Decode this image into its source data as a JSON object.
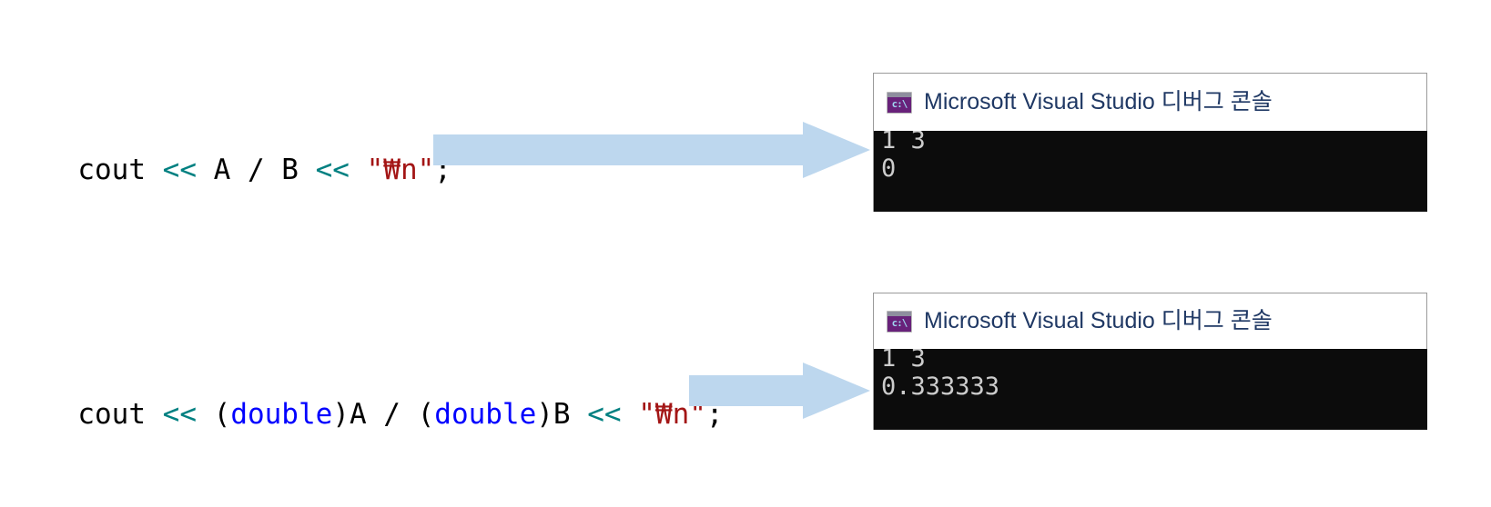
{
  "slide": {
    "background": "#ffffff",
    "accent_arrow_color": "#bdd7ee"
  },
  "code_examples": [
    {
      "id": "int-division",
      "tokens": [
        {
          "text": "cout ",
          "style": "plain"
        },
        {
          "text": "<<",
          "style": "operator"
        },
        {
          "text": " A / B ",
          "style": "plain"
        },
        {
          "text": "<<",
          "style": "operator"
        },
        {
          "text": " ",
          "style": "plain"
        },
        {
          "text": "\"₩n\"",
          "style": "string"
        },
        {
          "text": ";",
          "style": "plain"
        }
      ],
      "plain_text": "cout << A / B << \"₩n\";"
    },
    {
      "id": "double-cast-division",
      "tokens": [
        {
          "text": "cout ",
          "style": "plain"
        },
        {
          "text": "<<",
          "style": "operator"
        },
        {
          "text": " (",
          "style": "plain"
        },
        {
          "text": "double",
          "style": "keyword"
        },
        {
          "text": ")A / (",
          "style": "plain"
        },
        {
          "text": "double",
          "style": "keyword"
        },
        {
          "text": ")B ",
          "style": "plain"
        },
        {
          "text": "<<",
          "style": "operator"
        },
        {
          "text": " ",
          "style": "plain"
        },
        {
          "text": "\"₩n\"",
          "style": "string"
        },
        {
          "text": ";",
          "style": "plain"
        }
      ],
      "plain_text": "cout << (double)A / (double)B << \"₩n\";"
    }
  ],
  "arrows": [
    {
      "id": "arrow-top",
      "label": "results-in"
    },
    {
      "id": "arrow-bottom",
      "label": "results-in"
    }
  ],
  "consoles": [
    {
      "id": "console-int",
      "icon_label": "c:\\",
      "title": "Microsoft Visual Studio 디버그 콘솔",
      "lines": [
        "1 3",
        "0"
      ]
    },
    {
      "id": "console-double",
      "icon_label": "c:\\",
      "title": "Microsoft Visual Studio 디버그 콘솔",
      "lines": [
        "1 3",
        "0.333333"
      ]
    }
  ],
  "colors": {
    "operator": "#008081",
    "string": "#A31515",
    "keyword": "#0000FF",
    "plain": "#000000",
    "arrow": "#bdd7ee",
    "console_background": "#0c0c0c",
    "console_text": "#cccccc",
    "title_text": "#1f3864",
    "icon_purple": "#68217a"
  }
}
